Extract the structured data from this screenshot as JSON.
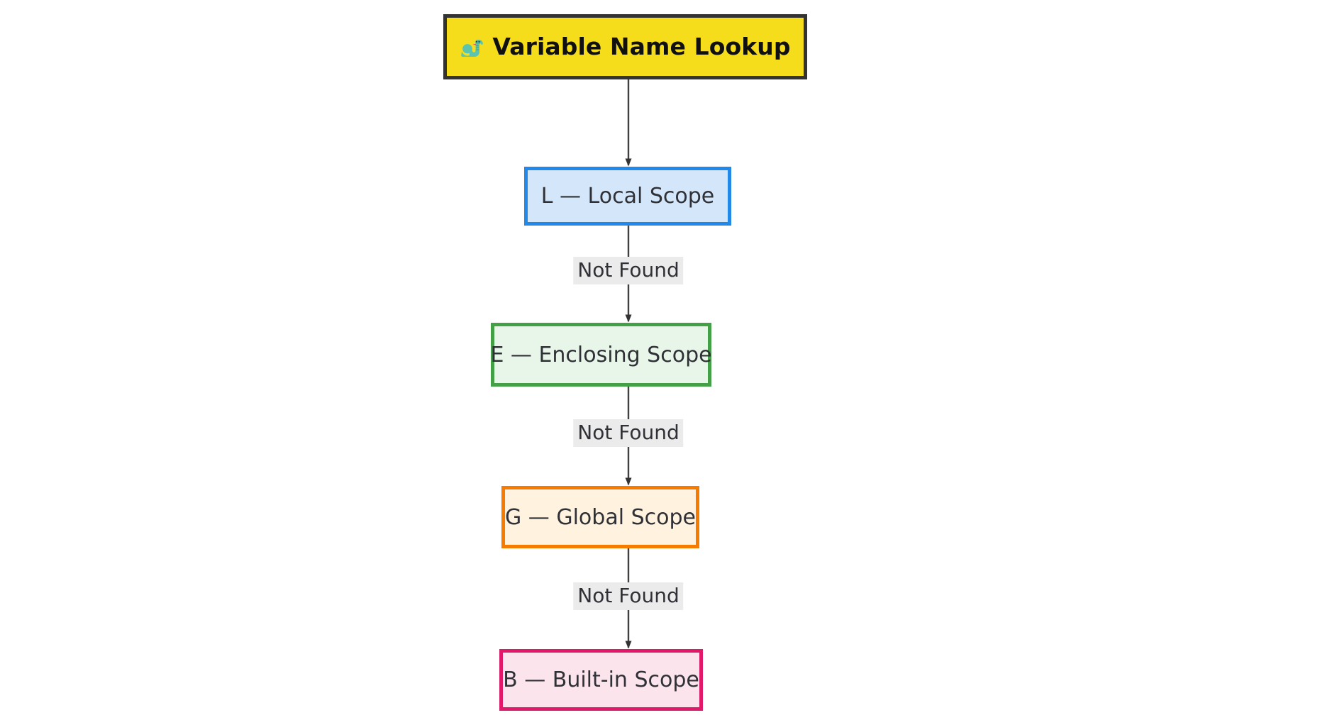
{
  "diagram": {
    "type": "flowchart",
    "direction": "top-to-bottom",
    "background_color": "#ffffff",
    "root": {
      "icon": "snake-icon",
      "label": "Variable Name Lookup",
      "fill_color": "#f5dd1b",
      "border_color": "#333333",
      "text_color": "#101010"
    },
    "nodes": [
      {
        "id": "local",
        "label": "L — Local Scope",
        "fill_color": "#d4e6fa",
        "border_color": "#2389e8",
        "text_color": "#2f3136"
      },
      {
        "id": "enclosing",
        "label": "E — Enclosing Scope",
        "fill_color": "#e8f5e9",
        "border_color": "#43a047",
        "text_color": "#2f3136"
      },
      {
        "id": "global",
        "label": "G — Global Scope",
        "fill_color": "#fff3e0",
        "border_color": "#f57c00",
        "text_color": "#2f3136"
      },
      {
        "id": "builtin",
        "label": "B — Built-in Scope",
        "fill_color": "#fce4ec",
        "border_color": "#e0196b",
        "text_color": "#2f3136"
      }
    ],
    "edges": [
      {
        "from": "root",
        "to": "local",
        "label": ""
      },
      {
        "from": "local",
        "to": "enclosing",
        "label": "Not Found"
      },
      {
        "from": "enclosing",
        "to": "global",
        "label": "Not Found"
      },
      {
        "from": "global",
        "to": "builtin",
        "label": "Not Found"
      }
    ],
    "edge_style": {
      "line_color": "#404040",
      "arrow_color": "#333333",
      "label_background": "#ebebeb"
    }
  }
}
